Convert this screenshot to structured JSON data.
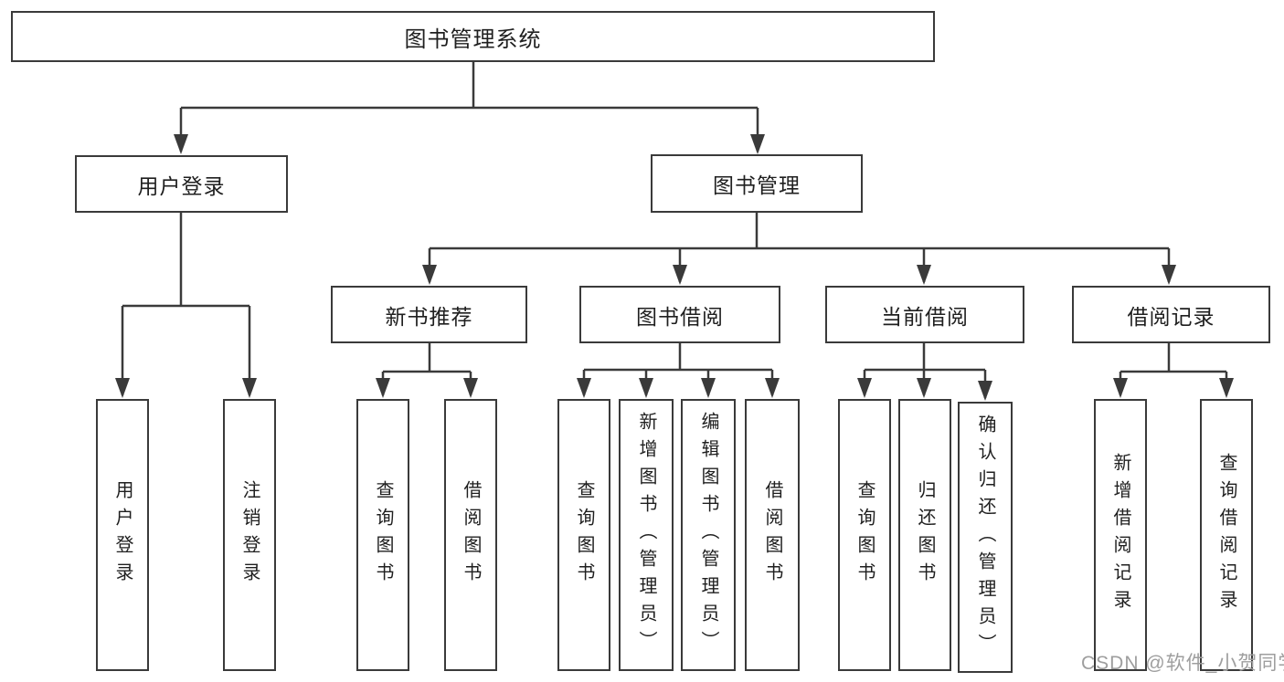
{
  "diagram": {
    "root": "图书管理系统",
    "user_login": {
      "label": "用户登录",
      "children": [
        "用户登录",
        "注销登录"
      ]
    },
    "book_management": {
      "label": "图书管理",
      "sections": [
        {
          "label": "新书推荐",
          "children": [
            "查询图书",
            "借阅图书"
          ]
        },
        {
          "label": "图书借阅",
          "children": [
            "查询图书",
            "新增图书（管理员）",
            "编辑图书（管理员）",
            "借阅图书"
          ]
        },
        {
          "label": "当前借阅",
          "children": [
            "查询图书",
            "归还图书",
            "确认归还（管理员）"
          ]
        },
        {
          "label": "借阅记录",
          "children": [
            "新增借阅记录",
            "查询借阅记录"
          ]
        }
      ]
    }
  },
  "watermark": "CSDN @软件_小贺同学",
  "colors": {
    "line": "#3a3a3a",
    "box_border": "#3a3a3a",
    "text": "#1f1f1f",
    "watermark": "#9e9e9e",
    "background": "#ffffff"
  }
}
